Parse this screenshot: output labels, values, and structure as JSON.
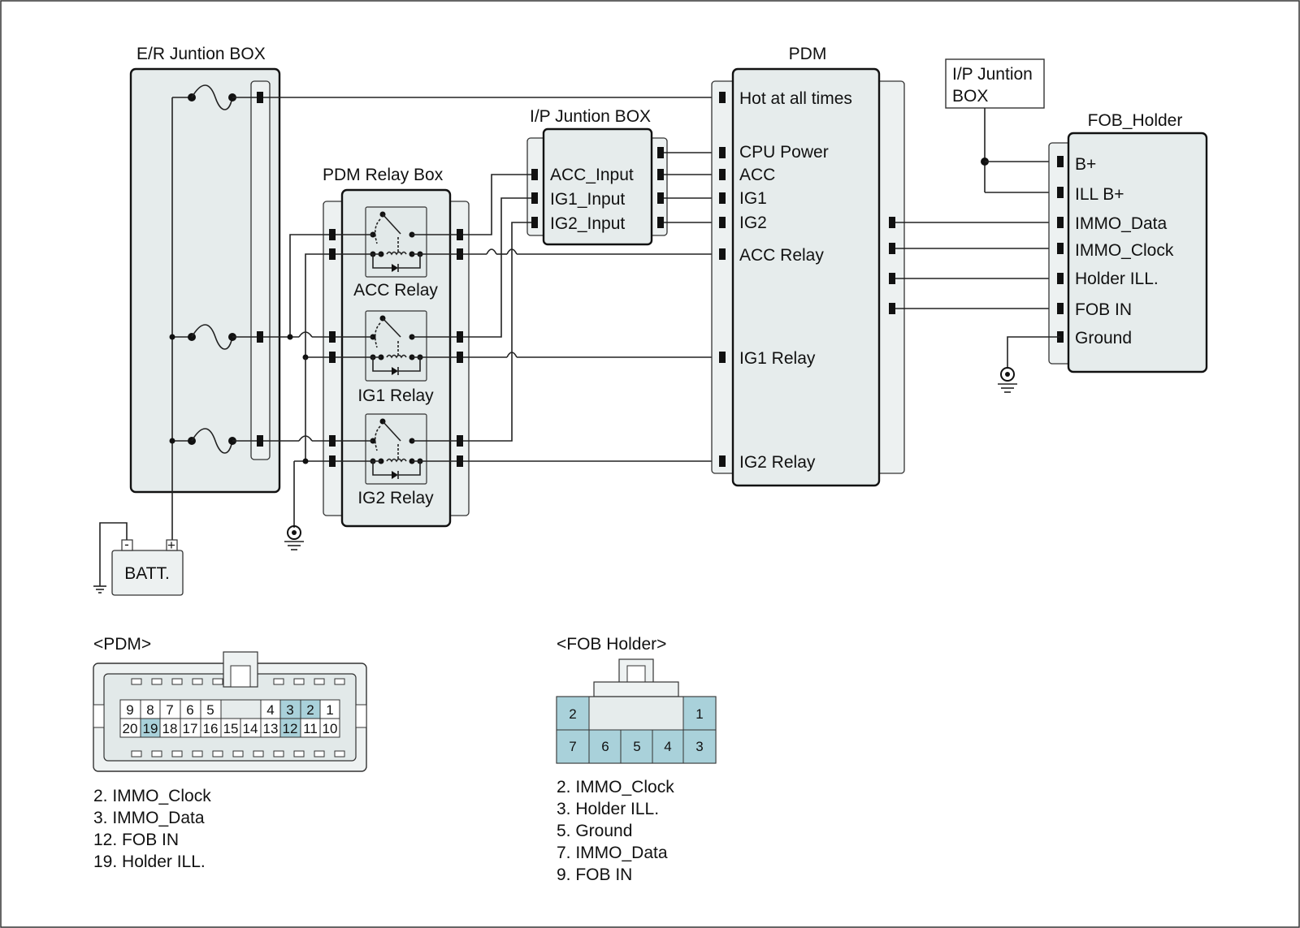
{
  "er_box": {
    "title": "E/R Juntion BOX"
  },
  "relay_box": {
    "title": "PDM Relay Box",
    "relays": [
      "ACC Relay",
      "IG1 Relay",
      "IG2 Relay"
    ]
  },
  "ip_box": {
    "title": "I/P Juntion BOX",
    "pins": [
      "ACC_Input",
      "IG1_Input",
      "IG2_Input"
    ]
  },
  "ip_box_small": {
    "line1": "I/P Juntion",
    "line2": "BOX"
  },
  "pdm": {
    "title": "PDM",
    "pins": [
      "Hot at all times",
      "CPU Power",
      "ACC",
      "IG1",
      "IG2",
      "ACC Relay",
      "IG1 Relay",
      "IG2 Relay"
    ]
  },
  "fob": {
    "title": "FOB_Holder",
    "pins": [
      "B+",
      "ILL B+",
      "IMMO_Data",
      "IMMO_Clock",
      "Holder ILL.",
      "FOB IN",
      "Ground"
    ]
  },
  "battery": {
    "label": "BATT.",
    "minus": "-",
    "plus": "+"
  },
  "pdm_connector": {
    "title": "<PDM>",
    "top_row": [
      "9",
      "8",
      "7",
      "6",
      "5",
      "4",
      "3",
      "2",
      "1"
    ],
    "bottom_row": [
      "20",
      "19",
      "18",
      "17",
      "16",
      "15",
      "14",
      "13",
      "12",
      "11",
      "10"
    ],
    "legend": [
      "2. IMMO_Clock",
      "3. IMMO_Data",
      "12. FOB IN",
      "19. Holder ILL."
    ]
  },
  "fob_connector": {
    "title": "<FOB Holder>",
    "top_row": [
      "2",
      "1"
    ],
    "bottom_row": [
      "7",
      "6",
      "5",
      "4",
      "3"
    ],
    "legend": [
      "2. IMMO_Clock",
      "3. Holder ILL.",
      "5. Ground",
      "7. IMMO_Data",
      "9. FOB IN"
    ]
  },
  "colors": {
    "box_fill": "#e6ecec",
    "pin_highlight": "#a9d1da",
    "line": "#111111"
  }
}
